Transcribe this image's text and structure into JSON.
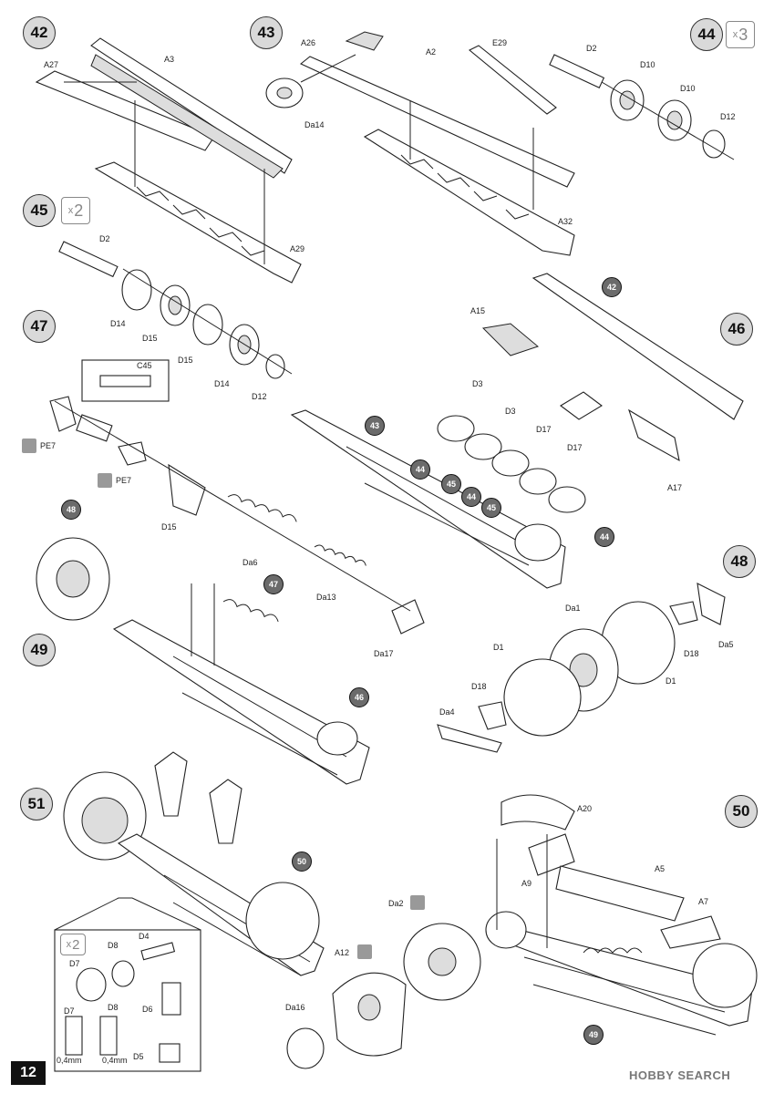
{
  "page": {
    "number": "12",
    "watermark": "HOBBY SEARCH"
  },
  "steps": [
    {
      "id": "s42",
      "label": "42"
    },
    {
      "id": "s43",
      "label": "43"
    },
    {
      "id": "s44",
      "label": "44",
      "mult": "3"
    },
    {
      "id": "s45",
      "label": "45",
      "mult": "2"
    },
    {
      "id": "s46",
      "label": "46"
    },
    {
      "id": "s47",
      "label": "47"
    },
    {
      "id": "s48",
      "label": "48"
    },
    {
      "id": "s49",
      "label": "49"
    },
    {
      "id": "s50",
      "label": "50"
    },
    {
      "id": "s51",
      "label": "51"
    }
  ],
  "inset": {
    "mult": "2",
    "gap1": "0,4mm",
    "gap2": "0,4mm"
  },
  "parts": {
    "A27": "A27",
    "A3": "A3",
    "A29": "A29",
    "A26": "A26",
    "Da14": "Da14",
    "A2": "A2",
    "E29": "E29",
    "A32": "A32",
    "D2": "D2",
    "D10a": "D10",
    "D10b": "D10",
    "D12": "D12",
    "D2b": "D2",
    "D14": "D14",
    "D15": "D15",
    "D15b": "D15",
    "D14b": "D14",
    "D12b": "D12",
    "C45": "C45",
    "PE7": "PE7",
    "PE7b": "PE7",
    "D15c": "D15",
    "Da6": "Da6",
    "Da13": "Da13",
    "Da17": "Da17",
    "A15": "A15",
    "D3": "D3",
    "D3b": "D3",
    "D17": "D17",
    "D17b": "D17",
    "A17": "A17",
    "Da1": "Da1",
    "D1": "D1",
    "D1b": "D1",
    "D18": "D18",
    "D18b": "D18",
    "Da5": "Da5",
    "Da4": "Da4",
    "A20": "A20",
    "A9": "A9",
    "A5": "A5",
    "A7": "A7",
    "Da2": "Da2",
    "A12": "A12",
    "Da16": "Da16",
    "D8": "D8",
    "D4": "D4",
    "D7": "D7",
    "D6": "D6",
    "D7b": "D7",
    "D8b": "D8",
    "D5": "D5"
  },
  "refs": {
    "r42": "42",
    "r43": "43",
    "r44a": "44",
    "r45a": "45",
    "r44b": "44",
    "r45b": "45",
    "r44c": "44",
    "r48": "48",
    "r47": "47",
    "r46": "46",
    "r50": "50",
    "r49": "49"
  }
}
